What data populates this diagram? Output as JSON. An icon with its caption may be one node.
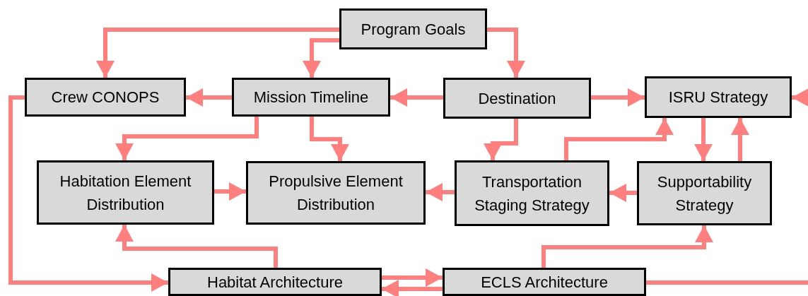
{
  "diagram": {
    "nodes": [
      {
        "text": [
          "Program Goals"
        ]
      },
      {
        "text": [
          "Crew CONOPS"
        ]
      },
      {
        "text": [
          "Mission Timeline"
        ]
      },
      {
        "text": [
          "Destination"
        ]
      },
      {
        "text": [
          "ISRU Strategy"
        ]
      },
      {
        "text": [
          "Habitation Element Distribution"
        ]
      },
      {
        "text": [
          "Propulsive Element Distribution"
        ]
      },
      {
        "text": [
          "Transportation Staging Strategy"
        ]
      },
      {
        "text": [
          "Supportability Strategy"
        ]
      },
      {
        "text": [
          "Habitat Architecture"
        ]
      },
      {
        "text": [
          "ECLS Architecture"
        ]
      }
    ],
    "edges": [
      {
        "from": 0,
        "to": 1,
        "arrow": "to"
      },
      {
        "from": 0,
        "to": 2,
        "arrow": "to"
      },
      {
        "from": 0,
        "to": 3,
        "arrow": "to"
      },
      {
        "from": 2,
        "to": 1,
        "arrow": "to"
      },
      {
        "from": 3,
        "to": 2,
        "arrow": "to"
      },
      {
        "from": 3,
        "to": 4,
        "arrow": "to"
      },
      {
        "from": null,
        "to": 4,
        "arrow": "to"
      },
      {
        "from": 2,
        "to": 5,
        "arrow": "to"
      },
      {
        "from": 2,
        "to": 6,
        "arrow": "to"
      },
      {
        "from": 3,
        "to": 7,
        "arrow": "to"
      },
      {
        "from": 7,
        "to": 4,
        "arrow": "to"
      },
      {
        "from": 4,
        "to": 8,
        "arrow": "to"
      },
      {
        "from": 8,
        "to": 4,
        "arrow": "to"
      },
      {
        "from": 5,
        "to": 6,
        "arrow": "to"
      },
      {
        "from": 7,
        "to": 6,
        "arrow": "to"
      },
      {
        "from": 8,
        "to": 7,
        "arrow": "to"
      },
      {
        "from": 9,
        "to": 5,
        "arrow": "to"
      },
      {
        "from": 1,
        "to": 9,
        "arrow": "to"
      },
      {
        "from": 9,
        "to": 10,
        "arrow": "to"
      },
      {
        "from": 10,
        "to": 9,
        "arrow": "to"
      },
      {
        "from": 10,
        "to": 8,
        "arrow": "to"
      },
      {
        "from": 10,
        "to": null,
        "arrow": "none"
      }
    ]
  }
}
